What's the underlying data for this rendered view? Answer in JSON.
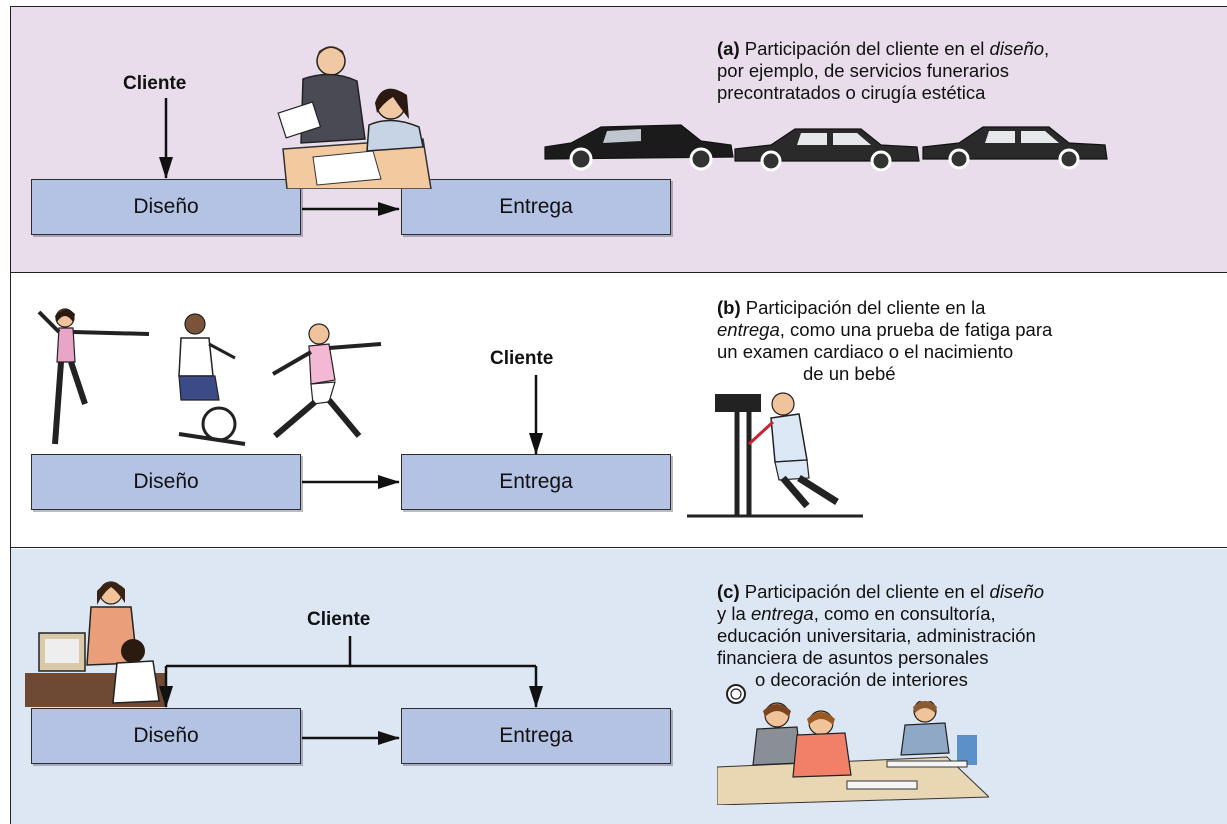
{
  "panels": {
    "a": {
      "cliente": "Cliente",
      "diseno": "Diseño",
      "entrega": "Entrega",
      "caption": {
        "label": "(a)",
        "line1_pre": "Participación del cliente en el ",
        "line1_em": "diseño",
        "line1_post": ",",
        "line2": "por ejemplo, de servicios funerarios",
        "line3": "precontratados o cirugía estética"
      },
      "illustrations": [
        "business-meeting-illustration",
        "funeral-cars-illustration"
      ]
    },
    "b": {
      "cliente": "Cliente",
      "diseno": "Diseño",
      "entrega": "Entrega",
      "caption": {
        "label": "(b)",
        "line1": "Participación del cliente en la",
        "line2_em": "entrega",
        "line2_post": ", como una prueba de fatiga para",
        "line3": "un examen cardiaco o el nacimiento",
        "line4": "de un bebé"
      },
      "illustrations": [
        "exercising-people-illustration",
        "treadmill-test-illustration"
      ]
    },
    "c": {
      "cliente": "Cliente",
      "diseno": "Diseño",
      "entrega": "Entrega",
      "caption": {
        "label": "(c)",
        "line1_pre": "Participación del cliente en el ",
        "line1_em": "diseño",
        "line2_pre": "y la ",
        "line2_em": "entrega",
        "line2_post": ", como en consultoría,",
        "line3": "educación universitaria, administración",
        "line4": "financiera de asuntos personales",
        "line5": "o decoración de interiores"
      },
      "illustrations": [
        "consultation-desk-illustration",
        "classroom-students-illustration",
        "clock-icon"
      ]
    }
  },
  "colors": {
    "panel_a_bg": "#e9ddec",
    "panel_b_bg": "#ffffff",
    "panel_c_bg": "#dde7f4",
    "box_fill": "#b4c3e4"
  }
}
